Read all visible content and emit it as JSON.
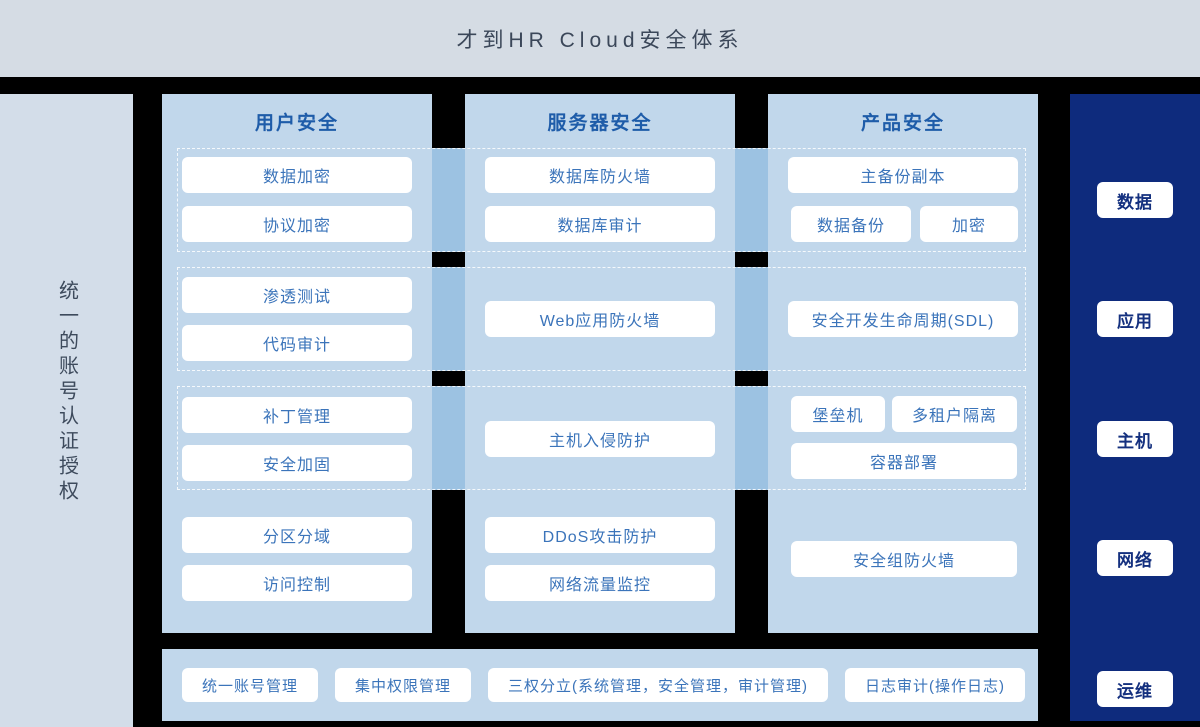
{
  "header": {
    "title": "才到HR Cloud安全体系"
  },
  "left_sidebar": {
    "label": "统一的账号认证授权"
  },
  "columns": [
    {
      "title": "用户安全",
      "rows": {
        "data": [
          "数据加密",
          "协议加密"
        ],
        "app": [
          "渗透测试",
          "代码审计"
        ],
        "host": [
          "补丁管理",
          "安全加固"
        ],
        "network": [
          "分区分域",
          "访问控制"
        ]
      }
    },
    {
      "title": "服务器安全",
      "rows": {
        "data": [
          "数据库防火墙",
          "数据库审计"
        ],
        "app": [
          "Web应用防火墙"
        ],
        "host": [
          "主机入侵防护"
        ],
        "network": [
          "DDoS攻击防护",
          "网络流量监控"
        ]
      }
    },
    {
      "title": "产品安全",
      "rows": {
        "data": [
          "主备份副本",
          "数据备份",
          "加密"
        ],
        "app": [
          "安全开发生命周期(SDL)"
        ],
        "host": [
          "堡垒机",
          "多租户隔离",
          "容器部署"
        ],
        "network": [
          "安全组防火墙"
        ]
      }
    }
  ],
  "right_sidebar": {
    "labels": [
      "数据",
      "应用",
      "主机",
      "网络",
      "运维"
    ]
  },
  "bottom_bar": {
    "items": [
      "统一账号管理",
      "集中权限管理",
      "三权分立(系统管理，安全管理，审计管理)",
      "日志审计(操作日志)"
    ]
  },
  "colors": {
    "accent_navy": "#0e2b7d",
    "panel_blue": "#c1d7eb",
    "connector_blue": "#9cc2e2",
    "header_gray": "#d5dce4",
    "rail_gray": "#d3dde9",
    "node_text_blue": "#3b74ba",
    "column_title_blue": "#1e5ca9",
    "title_slate": "#3b4759"
  }
}
